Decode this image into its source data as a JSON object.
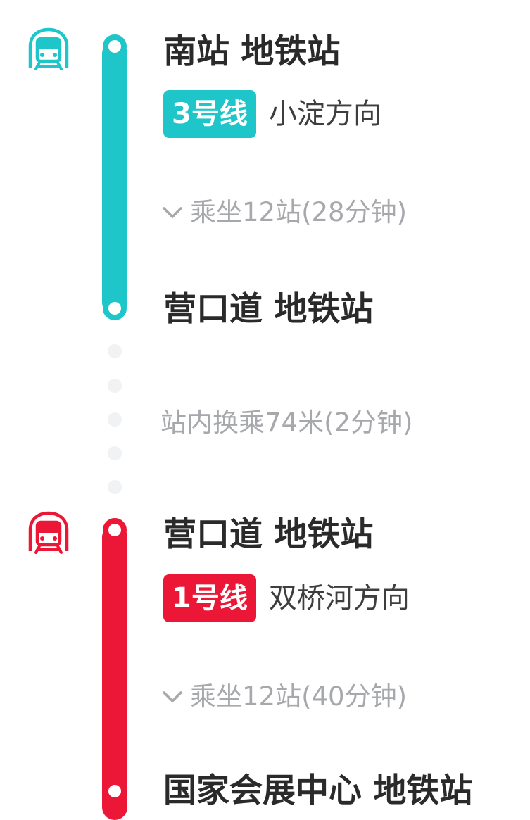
{
  "colors": {
    "line3": "#1ec6c9",
    "line1": "#ec1736",
    "walk_dot": "#f1f2f4",
    "muted_text": "#a6a8ac"
  },
  "segment1": {
    "icon": "metro-train-icon",
    "board_station": "南站 地铁站",
    "line_badge": "3号线",
    "direction": "小淀方向",
    "ride_info": "乘坐12站(28分钟)",
    "alight_station": "营口道 地铁站"
  },
  "transfer": {
    "text": "站内换乘74米(2分钟)"
  },
  "segment2": {
    "icon": "metro-train-icon",
    "board_station": "营口道 地铁站",
    "line_badge": "1号线",
    "direction": "双桥河方向",
    "ride_info": "乘坐12站(40分钟)",
    "alight_station": "国家会展中心 地铁站"
  }
}
